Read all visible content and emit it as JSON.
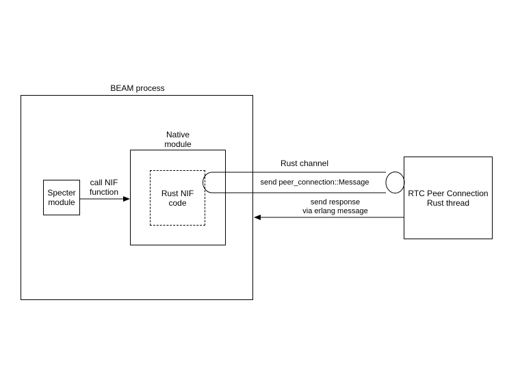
{
  "colors": {
    "stroke": "#000000",
    "background": "#ffffff",
    "text": "#000000"
  },
  "labels": {
    "beam_process": "BEAM process",
    "specter_module": "Specter\nmodule",
    "call_nif": "call NIF\nfunction",
    "native_module": "Native\nmodule",
    "rust_nif_code": "Rust NIF\ncode",
    "rust_channel": "Rust channel",
    "channel_message": "send peer_connection::Message",
    "rtc_peer": "RTC Peer Connection\nRust thread",
    "response": "send response\nvia erlang message"
  }
}
